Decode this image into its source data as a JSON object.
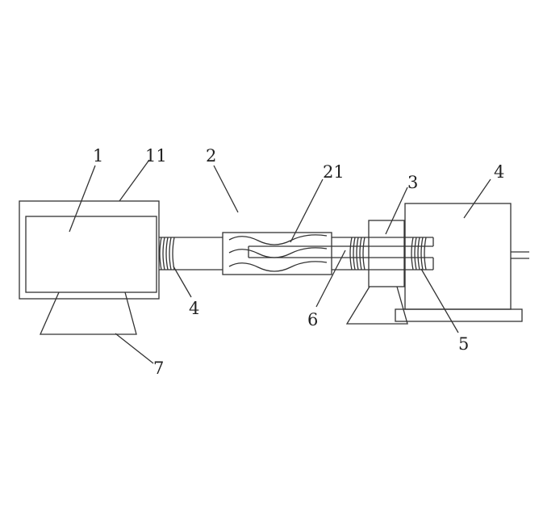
{
  "labels": {
    "l1": "1",
    "l11": "11",
    "l2": "2",
    "l21": "21",
    "l3": "3",
    "l4a": "4",
    "l4b": "4",
    "l5": "5",
    "l6": "6",
    "l7": "7"
  }
}
